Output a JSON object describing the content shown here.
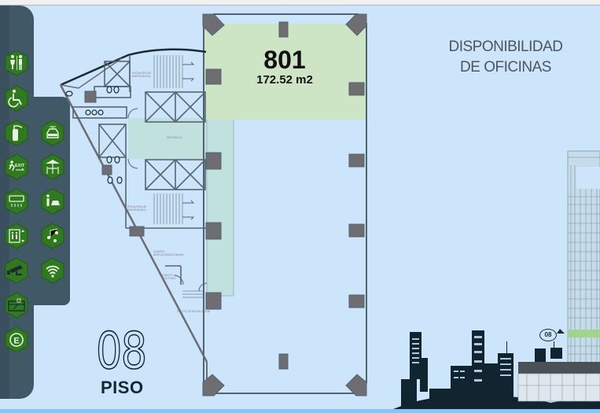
{
  "header": {
    "title_line1": "DISPONIBILIDAD",
    "title_line2": "DE OFICINAS"
  },
  "floor": {
    "number": "08",
    "label": "PISO",
    "badge": "08"
  },
  "unit": {
    "id": "801",
    "area": "172.52 m2",
    "highlight_color": "#cde5c4"
  },
  "amenities": [
    {
      "name": "restrooms",
      "icon": "restroom-icon"
    },
    {
      "name": "accessibility",
      "icon": "wheelchair-icon"
    },
    {
      "name": "fire-extinguisher",
      "icon": "fire-extinguisher-icon"
    },
    {
      "name": "parking",
      "icon": "car-icon"
    },
    {
      "name": "emergency-exit",
      "icon": "exit-icon"
    },
    {
      "name": "terrace",
      "icon": "umbrella-table-icon"
    },
    {
      "name": "air-conditioning",
      "icon": "air-conditioning-icon"
    },
    {
      "name": "valet",
      "icon": "valet-icon"
    },
    {
      "name": "elevators",
      "icon": "elevator-icon"
    },
    {
      "name": "music",
      "icon": "music-icon"
    },
    {
      "name": "security-camera",
      "icon": "cctv-icon"
    },
    {
      "name": "wifi",
      "icon": "wifi-icon"
    },
    {
      "name": "access-control",
      "icon": "card-access-icon"
    },
    {
      "name": "parking-e",
      "icon": "parking-e-icon"
    }
  ],
  "colors": {
    "background": "#cce5fb",
    "sidebar": "#415867",
    "hex_green": "#2f7a1e",
    "lobby_teal": "#c1e1df",
    "column_gray": "#6e6e72"
  }
}
